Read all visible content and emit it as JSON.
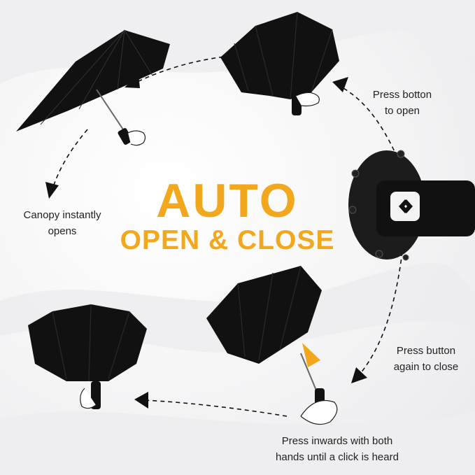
{
  "headline": {
    "line1": "AUTO",
    "line2": "OPEN & CLOSE",
    "color": "#f2a81c"
  },
  "steps": [
    {
      "id": "press-to-open",
      "lines": [
        "Press botton",
        "to open"
      ]
    },
    {
      "id": "canopy-opens",
      "lines": [
        "Canopy instantly",
        "opens"
      ]
    },
    {
      "id": "press-to-close",
      "lines": [
        "Press button",
        "again to close"
      ]
    },
    {
      "id": "press-inwards",
      "lines": [
        "Press inwards with both",
        "hands until a click is heard"
      ]
    }
  ],
  "icons": {
    "arrow": "dashed-arrow-icon",
    "button": "auto-open-button-icon",
    "hand": "hand-icon"
  },
  "colors": {
    "canopy": "#111111",
    "accent": "#f2a81c",
    "arrow": "#111111"
  }
}
